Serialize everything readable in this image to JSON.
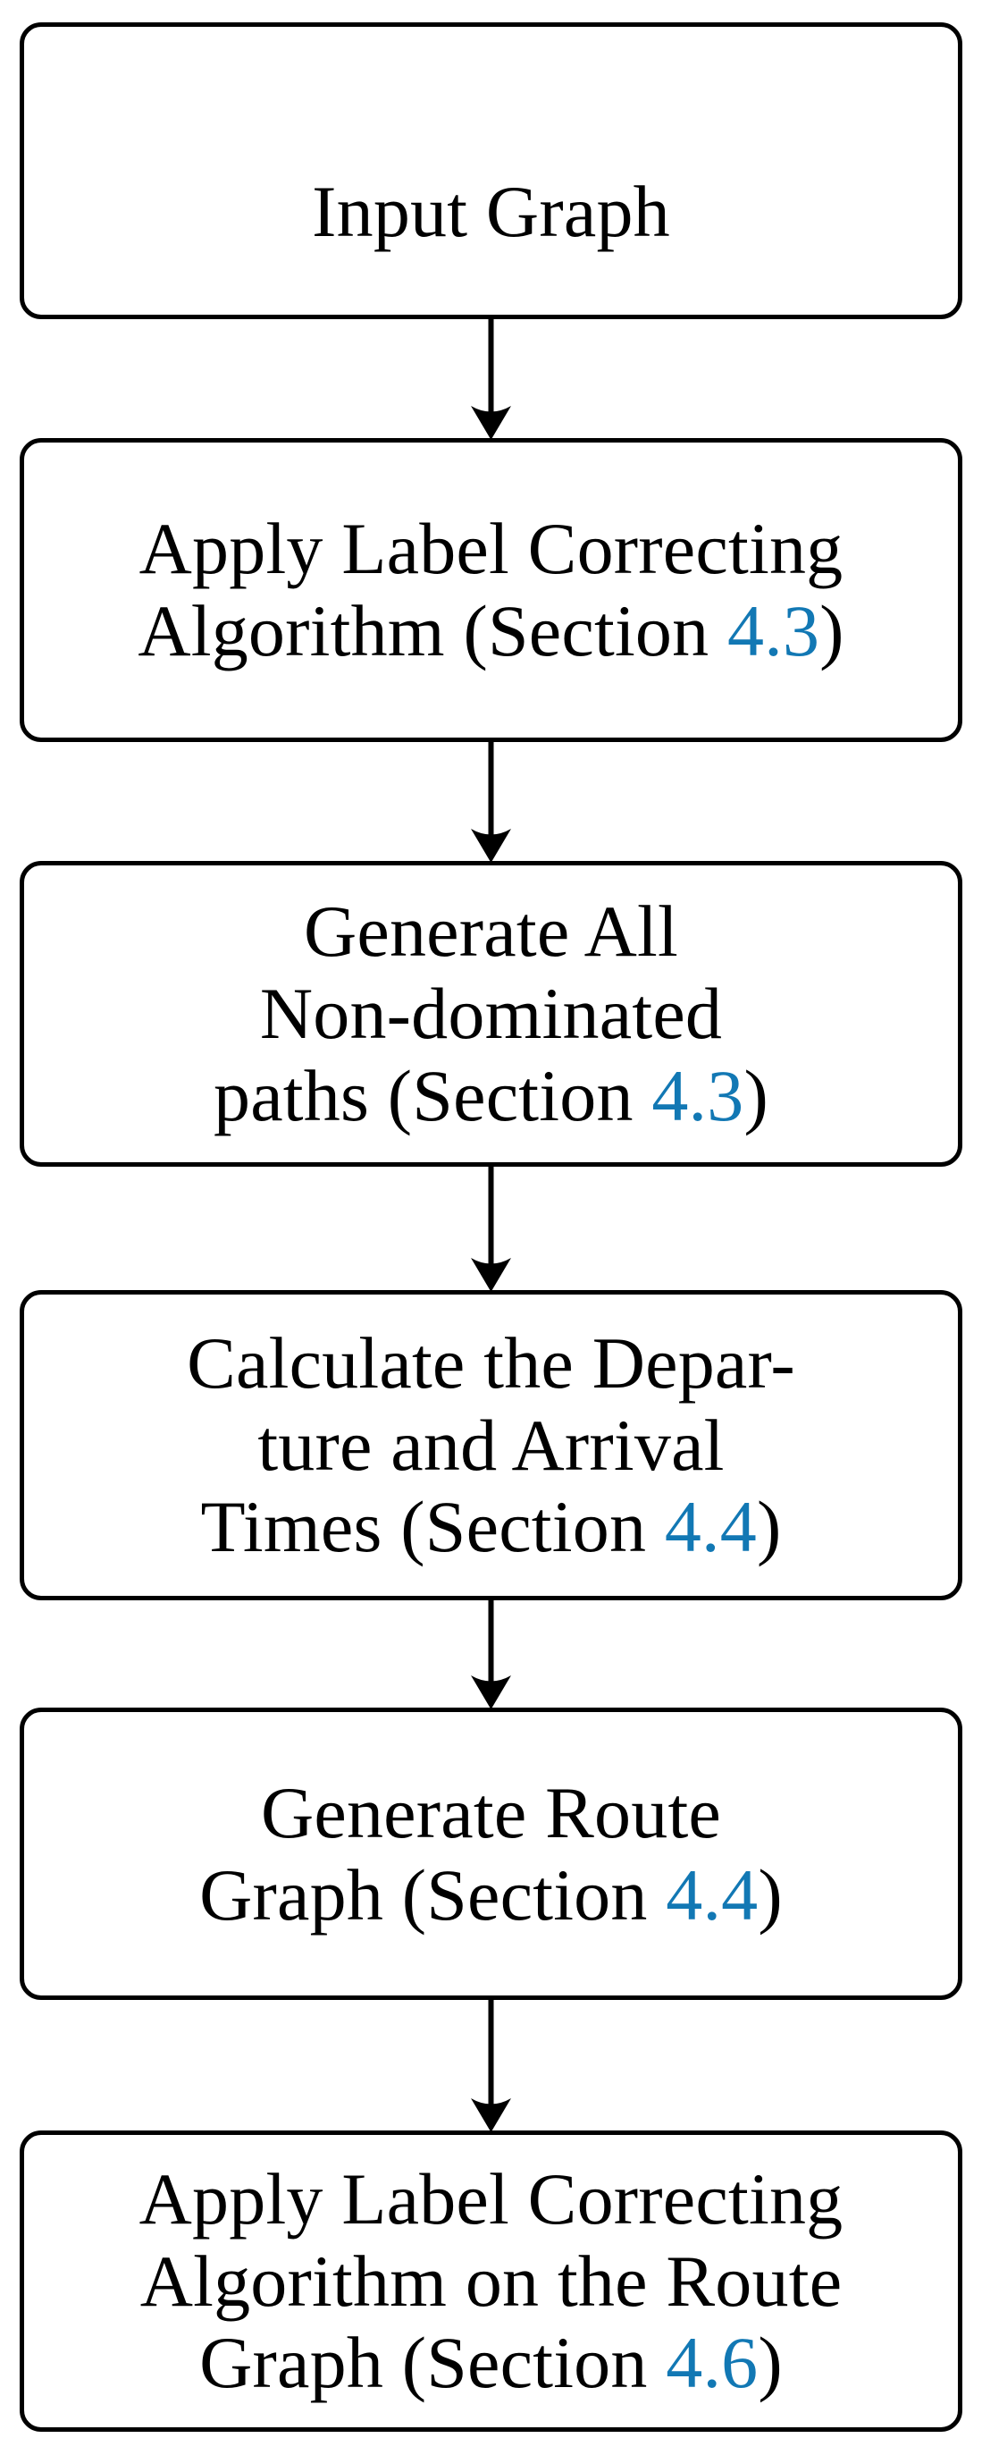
{
  "diagram": {
    "type": "flowchart",
    "orientation": "top-to-bottom",
    "accent_color": "#1278b4",
    "line_color": "#000000",
    "background_color": "#ffffff",
    "nodes": [
      {
        "id": "input-graph",
        "shape": "rounded-rectangle",
        "text": "Input Graph",
        "lines": [
          "Input Graph"
        ],
        "section_ref": null
      },
      {
        "id": "apply-label-correcting-algorithm",
        "shape": "rounded-rectangle",
        "text": "Apply Label Correcting Algorithm (Section 4.3)",
        "lines": [
          "Apply Label Correcting",
          "Algorithm (Section ",
          "4.3",
          ")"
        ],
        "prefix": "Apply Label Correcting\nAlgorithm (Section ",
        "section_ref": "4.3",
        "suffix": ")"
      },
      {
        "id": "generate-all-non-dominated-paths",
        "shape": "rounded-rectangle",
        "text": "Generate All Non-dominated paths (Section 4.3)",
        "lines": [
          "Generate All",
          "Non-dominated",
          "paths (Section 4.3)"
        ],
        "prefix": "Generate All\nNon-dominated\npaths (Section ",
        "section_ref": "4.3",
        "suffix": ")"
      },
      {
        "id": "calculate-departure-arrival-times",
        "shape": "rounded-rectangle",
        "text": "Calculate the Departure and Arrival Times (Section 4.4)",
        "lines": [
          "Calculate the Depar-",
          "ture and Arrival",
          "Times (Section 4.4)"
        ],
        "prefix": "Calculate the Depar-\nture and Arrival\nTimes (Section ",
        "section_ref": "4.4",
        "suffix": ")"
      },
      {
        "id": "generate-route-graph",
        "shape": "rounded-rectangle",
        "text": "Generate Route Graph (Section 4.4)",
        "lines": [
          "Generate Route",
          "Graph (Section 4.4)"
        ],
        "prefix": "Generate Route\nGraph (Section ",
        "section_ref": "4.4",
        "suffix": ")"
      },
      {
        "id": "apply-label-correcting-on-route-graph",
        "shape": "rounded-rectangle",
        "text": "Apply Label Correcting Algorithm on the Route Graph (Section 4.6)",
        "lines": [
          "Apply Label Correcting",
          "Algorithm on the Route",
          "Graph (Section 4.6)"
        ],
        "prefix": "Apply Label Correcting\nAlgorithm on the Route\nGraph (Section ",
        "section_ref": "4.6",
        "suffix": ")"
      }
    ],
    "edges": [
      {
        "id": "edge-1",
        "from": "input-graph",
        "to": "apply-label-correcting-algorithm",
        "label": "",
        "arrow": "down"
      },
      {
        "id": "edge-2",
        "from": "apply-label-correcting-algorithm",
        "to": "generate-all-non-dominated-paths",
        "label": "",
        "arrow": "down"
      },
      {
        "id": "edge-3",
        "from": "generate-all-non-dominated-paths",
        "to": "calculate-departure-arrival-times",
        "label": "",
        "arrow": "down"
      },
      {
        "id": "edge-4",
        "from": "calculate-departure-arrival-times",
        "to": "generate-route-graph",
        "label": "",
        "arrow": "down"
      },
      {
        "id": "edge-5",
        "from": "generate-route-graph",
        "to": "apply-label-correcting-on-route-graph",
        "label": "",
        "arrow": "down"
      }
    ]
  }
}
